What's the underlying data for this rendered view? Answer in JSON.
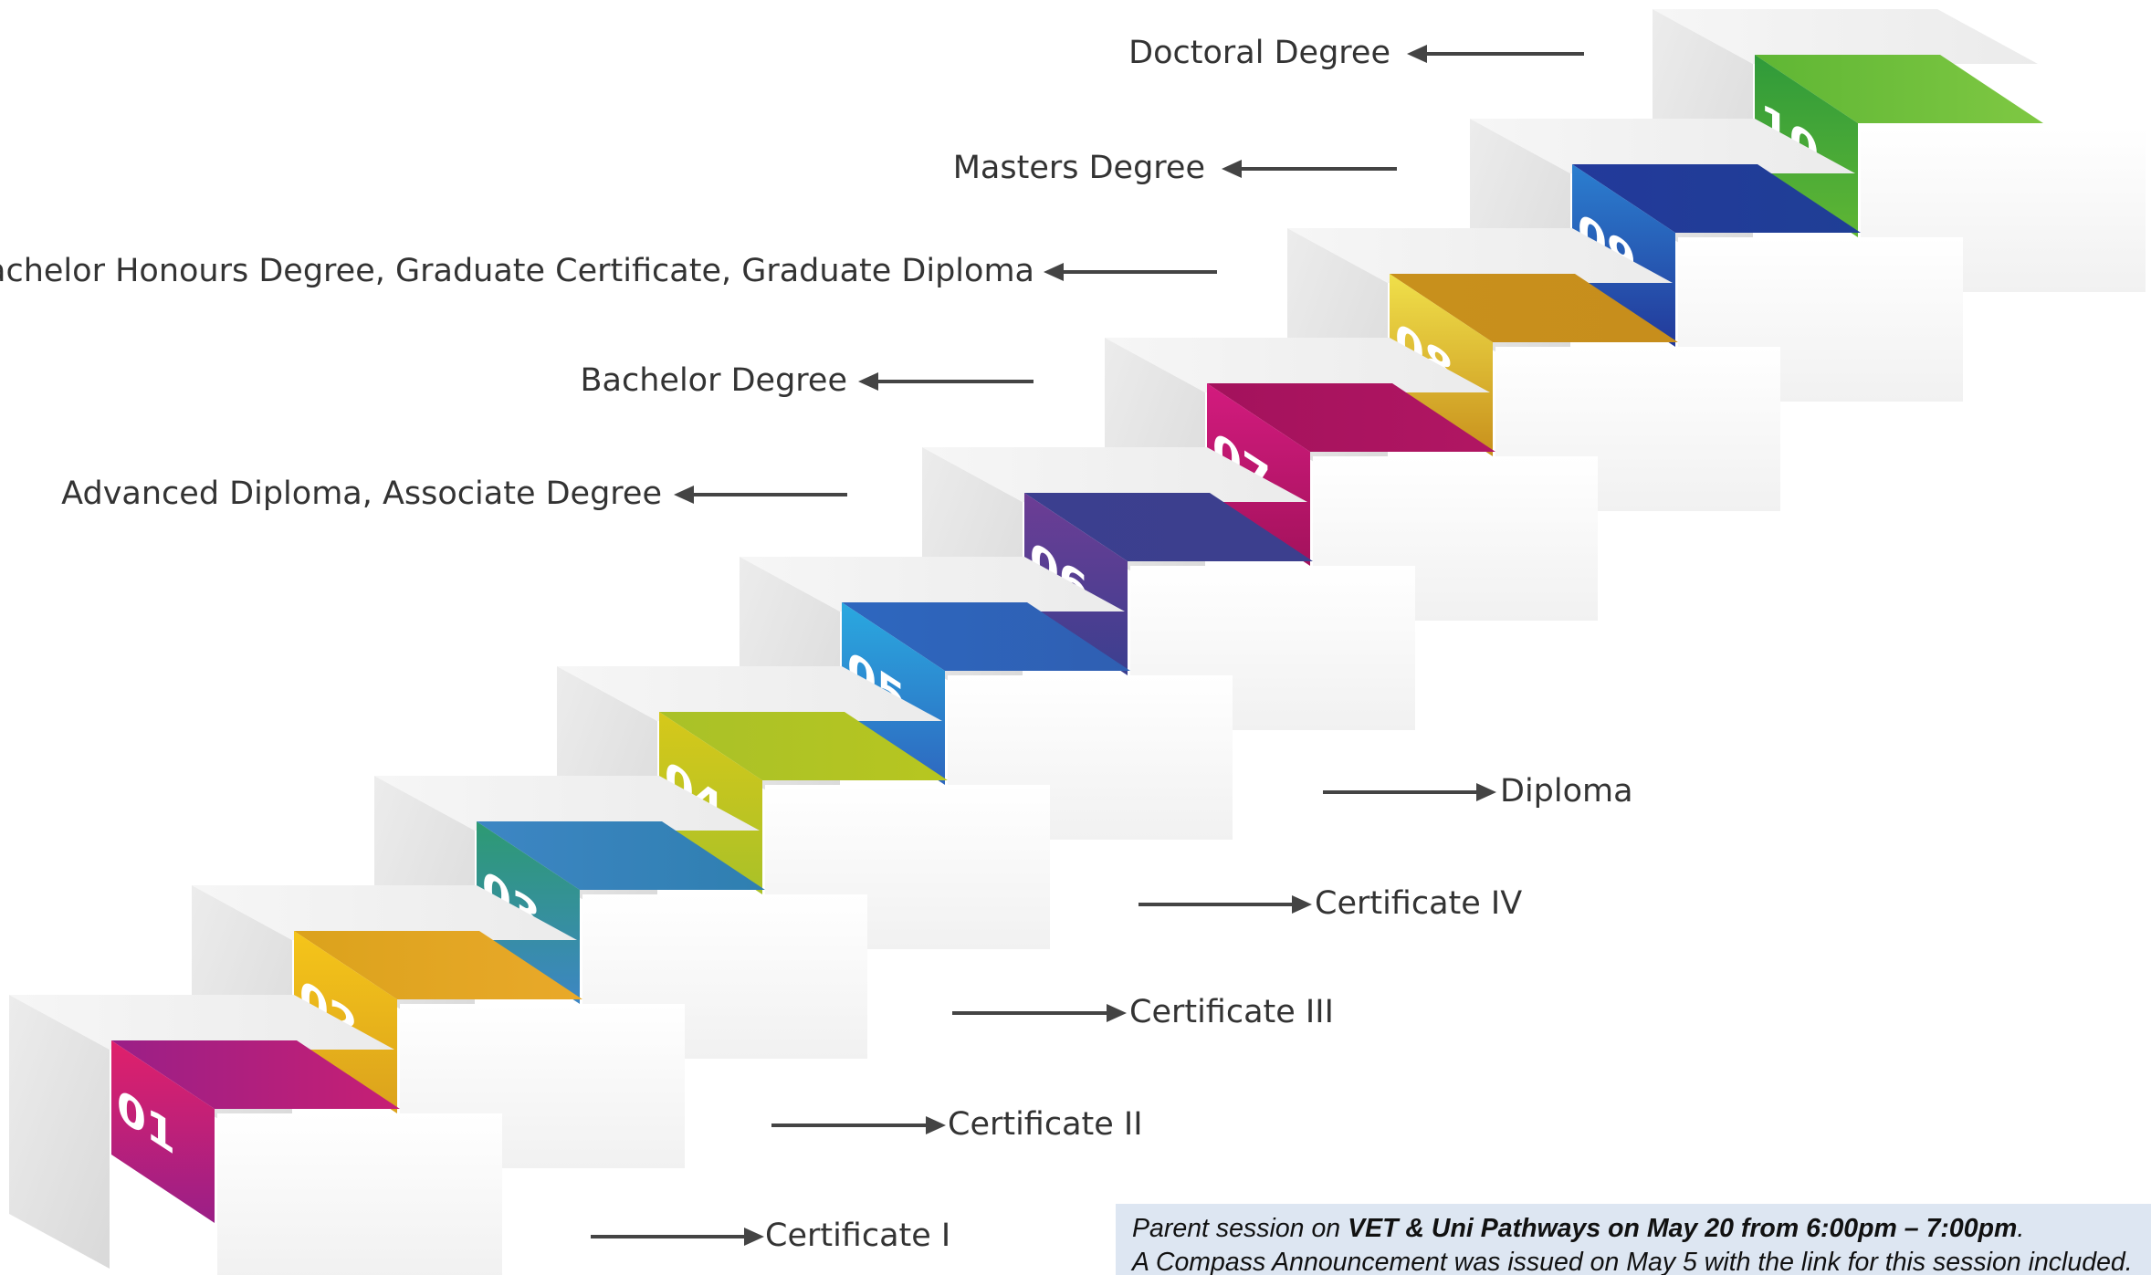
{
  "steps": [
    {
      "number": "01",
      "label": "Certificate I",
      "color_top": "#c71f74",
      "color_front": "#e0206b",
      "color_front2": "#9a1f87"
    },
    {
      "number": "02",
      "label": "Certificate II",
      "color_top": "#e9a92a",
      "color_front": "#f5c51a",
      "color_front2": "#dba21c"
    },
    {
      "number": "03",
      "label": "Certificate III",
      "color_top": "#2f7fb0",
      "color_front": "#2d9a72",
      "color_front2": "#3d86c4"
    },
    {
      "number": "04",
      "label": "Certificate IV",
      "color_top": "#b7c620",
      "color_front": "#d6c81a",
      "color_front2": "#a9c128"
    },
    {
      "number": "05",
      "label": "Diploma",
      "color_top": "#2f5fb2",
      "color_front": "#2aa9e0",
      "color_front2": "#2e67bf"
    },
    {
      "number": "06",
      "label": "Advanced Diploma, Associate Degree",
      "color_top": "#3c3f8e",
      "color_front": "#6d3d95",
      "color_front2": "#3b3f8f"
    },
    {
      "number": "07",
      "label": "Bachelor Degree",
      "color_top": "#b11663",
      "color_front": "#d31b7e",
      "color_front2": "#a3125c"
    },
    {
      "number": "08",
      "label": "Bachelor Honours Degree, Graduate Certificate, Graduate Diploma",
      "color_top": "#c78e1c",
      "color_front": "#f0e04a",
      "color_front2": "#c8901c"
    },
    {
      "number": "09",
      "label": "Masters Degree",
      "color_top": "#1f3f96",
      "color_front": "#2b7fd0",
      "color_front2": "#23399a"
    },
    {
      "number": "10",
      "label": "Doctoral Degree",
      "color_top": "#7fc843",
      "color_front": "#2f9a3a",
      "color_front2": "#5fb634"
    }
  ],
  "notice": {
    "line1_pre": "Parent session on ",
    "line1_bold": "VET & Uni Pathways on May 20 from 6:00pm – 7:00pm",
    "line1_post": ".",
    "line2": "A Compass Announcement was issued on May 5 with the link for this session included."
  }
}
